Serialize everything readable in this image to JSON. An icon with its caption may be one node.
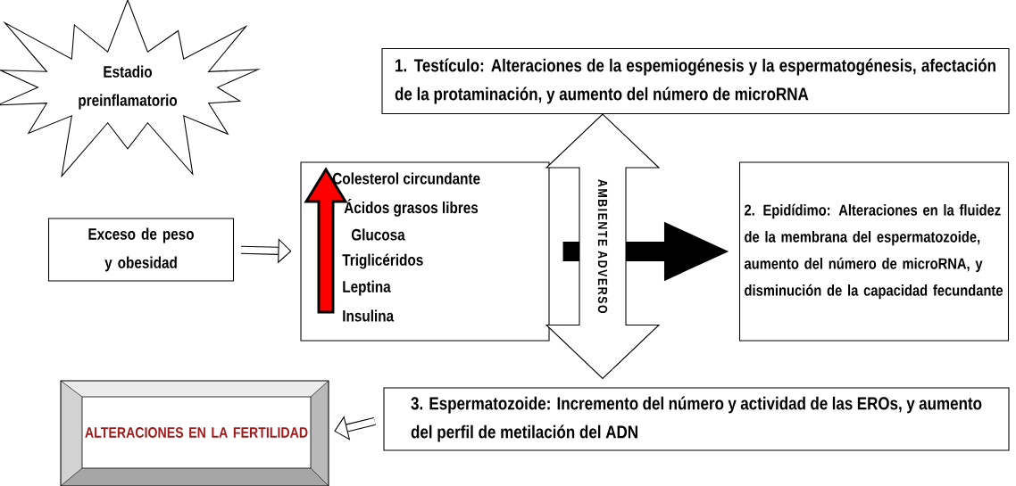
{
  "diagram": {
    "nodes": [
      {
        "text": [
          "Estadio preinflamatorio"
        ]
      },
      {
        "text": [
          "Exceso de peso y obesidad"
        ]
      },
      {
        "text": [
          "Colesterol circundante",
          "Ácidos grasos libres",
          "Glucosa",
          "Triglicéridos",
          "Leptina",
          "Insulina"
        ]
      },
      {
        "text": [
          "1. Testículo: Alteraciones de la espemiogénesis y la espermatogénesis, afectación de la protaminación, y aumento del número de microRNA"
        ]
      },
      {
        "text": [
          "2. Epidídimo: Alteraciones en la fluidez de la membrana del espermatozoide, aumento del número de microRNA, y disminución de la capacidad fecundante"
        ]
      },
      {
        "text": [
          "ALTERACIONES EN LA FERTILIDAD"
        ]
      },
      {
        "text": [
          "3. Espermatozoide: Incremento del número y actividad de las EROs, y aumento del perfil de metilación del ADN"
        ]
      }
    ],
    "edges": [
      {
        "from": 1,
        "to": 2,
        "arrow": "to"
      },
      {
        "from": 2,
        "to": 4,
        "arrow": "to",
        "style": "thick"
      },
      {
        "from": 6,
        "to": 5,
        "arrow": "to"
      },
      {
        "from": 3,
        "to": 6,
        "arrow": "both",
        "label": "AMBIENTE ADVERSO",
        "style": "thick"
      }
    ]
  }
}
